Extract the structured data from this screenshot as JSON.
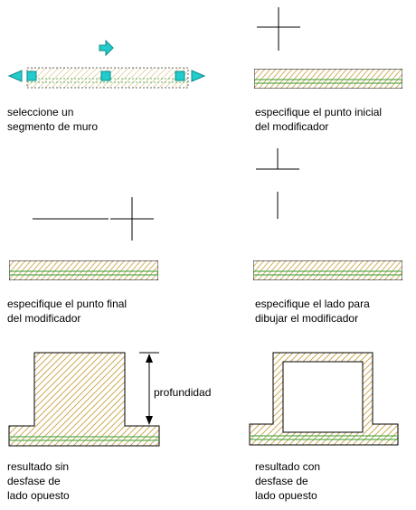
{
  "steps": [
    {
      "lines": [
        "seleccione un",
        "segmento de muro"
      ]
    },
    {
      "lines": [
        "especifique el punto inicial",
        "del modificador"
      ]
    },
    {
      "lines": [
        "especifique el punto final",
        "del modificador"
      ]
    },
    {
      "lines": [
        "especifique el lado para",
        "dibujar el modificador"
      ]
    },
    {
      "lines": [
        "resultado sin",
        "desfase de",
        "lado opuesto"
      ]
    },
    {
      "lines": [
        "resultado con",
        "desfase de",
        "lado opuesto"
      ]
    }
  ],
  "dimension_label": "profundidad",
  "colors": {
    "hatch": "#c8a040",
    "wall_line": "#2f9e2f",
    "grip": "#22cccc",
    "outline": "#000000"
  },
  "icons": [
    "move-arrow-icon",
    "grip-square-icon",
    "grip-arrow-icon",
    "crosshair-cursor-icon"
  ]
}
